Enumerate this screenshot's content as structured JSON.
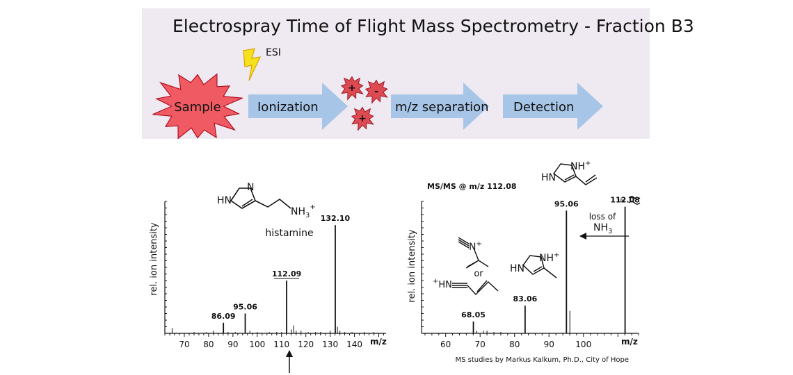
{
  "title": "Electrospray Time of Flight Mass Spectrometry - Fraction B3",
  "workflow": {
    "esi_label": "ESI",
    "sample_label": "Sample",
    "steps": [
      "Ionization",
      "m/z separation",
      "Detection"
    ],
    "ion_charges": [
      "+",
      "-",
      "+"
    ]
  },
  "credit": "MS studies by Markus Kalkum, Ph.D., City of Hope",
  "chart_data": [
    {
      "type": "bar",
      "ylabel": "rel. ion intensity",
      "xlabel": "m/z",
      "xlim": [
        62,
        153
      ],
      "ylim": [
        0,
        100
      ],
      "x_ticks": [
        70,
        80,
        90,
        100,
        110,
        120,
        130,
        140
      ],
      "tick_labels": [
        "70",
        "80",
        "90",
        "100",
        110,
        "120",
        "130",
        "140"
      ],
      "peaks": [
        {
          "x": 86.09,
          "y": 8,
          "label": "86.09"
        },
        {
          "x": 95.06,
          "y": 15,
          "label": "95.06"
        },
        {
          "x": 112.09,
          "y": 40,
          "label": "112.09"
        },
        {
          "x": 132.1,
          "y": 82,
          "label": "132.10"
        }
      ],
      "minor_peaks": [
        [
          65,
          4
        ],
        [
          74,
          1
        ],
        [
          79,
          1
        ],
        [
          82,
          2
        ],
        [
          88,
          1
        ],
        [
          91,
          1
        ],
        [
          97,
          2
        ],
        [
          100,
          1
        ],
        [
          105,
          1
        ],
        [
          108,
          1
        ],
        [
          110,
          1
        ],
        [
          114,
          3
        ],
        [
          115,
          6
        ],
        [
          116,
          2
        ],
        [
          118,
          2
        ],
        [
          121,
          1
        ],
        [
          124,
          1
        ],
        [
          126,
          1
        ],
        [
          130,
          2
        ],
        [
          133,
          5
        ],
        [
          134,
          2
        ],
        [
          136,
          1
        ],
        [
          139,
          1
        ],
        [
          144,
          1
        ],
        [
          148,
          1
        ]
      ],
      "compound_name": "histamine",
      "structure": {
        "ring_labels": [
          "HN",
          "N"
        ],
        "side_chain": "NH",
        "side_chain_sub": "3",
        "side_chain_sup": "+"
      }
    },
    {
      "type": "bar",
      "title": "MS/MS @ m/z 112.08",
      "ylabel": "rel. ion intensity",
      "xlabel": "m/z",
      "xlim": [
        53,
        116
      ],
      "ylim": [
        0,
        100
      ],
      "x_ticks": [
        60,
        70,
        80,
        90,
        100
      ],
      "tick_labels": [
        "60",
        "70",
        "80",
        "90",
        "100"
      ],
      "peaks": [
        {
          "x": 68.05,
          "y": 9,
          "label": "68.05"
        },
        {
          "x": 83.06,
          "y": 21,
          "label": "83.06"
        },
        {
          "x": 95.06,
          "y": 93,
          "label": "95.06"
        },
        {
          "x": 112.08,
          "y": 96,
          "label": "112.08"
        }
      ],
      "minor_peaks": [
        [
          69,
          2
        ],
        [
          71,
          2
        ],
        [
          72,
          2
        ],
        [
          74,
          1
        ],
        [
          76,
          1
        ],
        [
          96.06,
          17
        ]
      ],
      "break_label": "10x",
      "annotation": {
        "line1": "loss of",
        "line2": "NH",
        "line2_sub": "3"
      },
      "fragments": [
        {
          "text": "N",
          "sup": "+"
        },
        {
          "text": "or"
        },
        {
          "text": "HN",
          "sup": "+"
        },
        {
          "labels": [
            "HN",
            "NH",
            "+"
          ]
        },
        {
          "labels": [
            "HN",
            "NH",
            "+"
          ]
        }
      ]
    }
  ]
}
